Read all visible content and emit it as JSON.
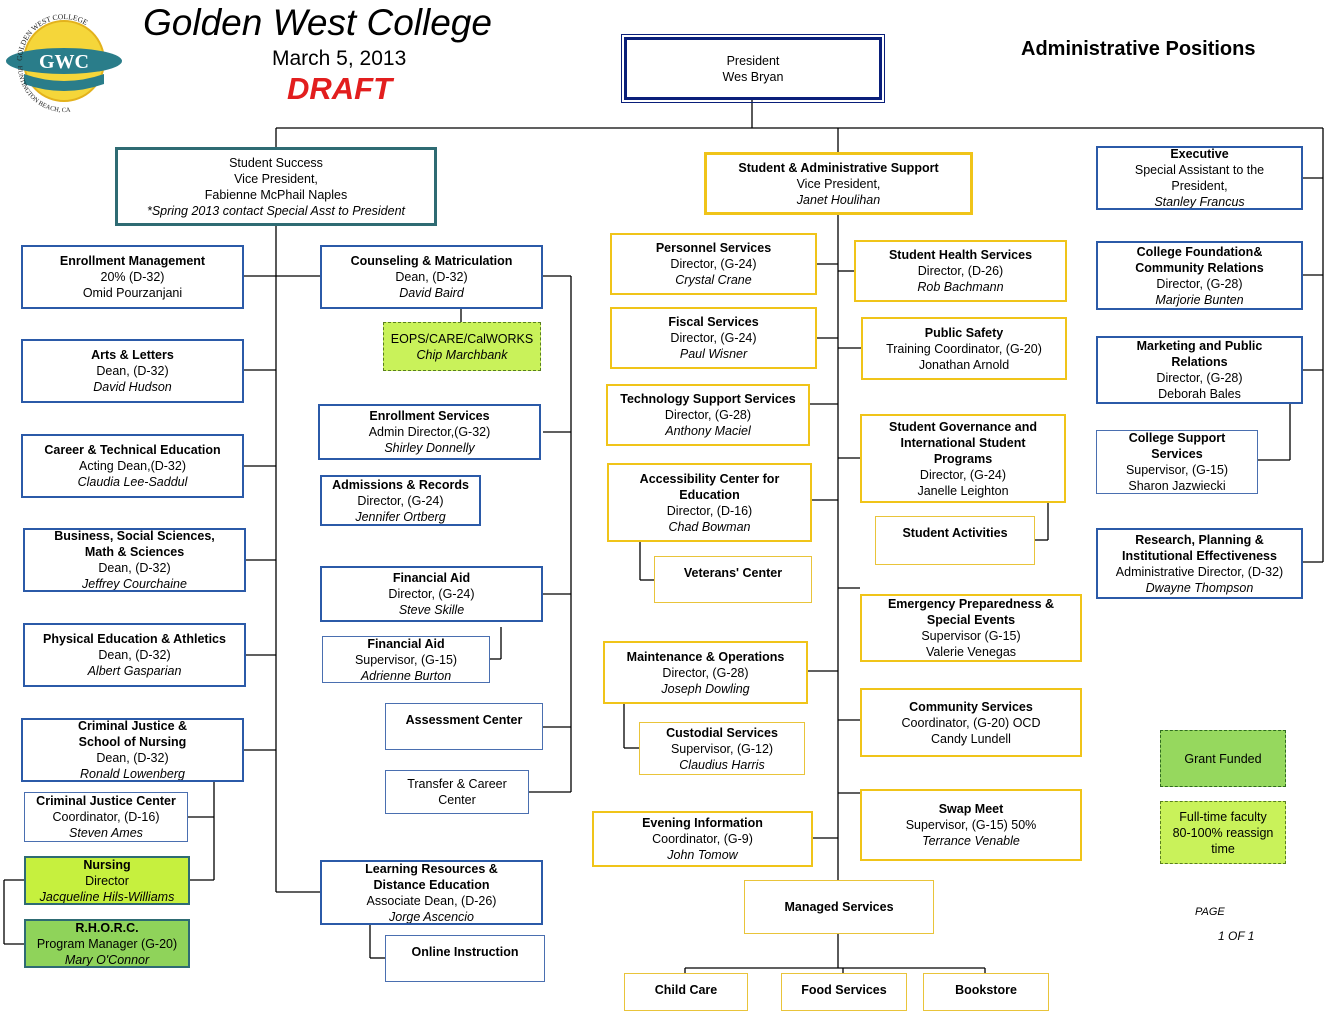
{
  "header": {
    "title": "Golden West College",
    "date": "March 5, 2013",
    "status": "DRAFT",
    "section": "Administrative Positions"
  },
  "logo": {
    "monogram": "GWC",
    "ring_text_top": "GOLDEN WEST COLLEGE",
    "ring_text_bottom": "HUNTINGTON BEACH, CA"
  },
  "footer": {
    "page_label": "PAGE",
    "page_value": "1 OF 1"
  },
  "colors": {
    "gold": "#f0c419",
    "navy": "#0a1f7a",
    "teal": "#2e6b73",
    "blue": "#2b5aa8",
    "grant_green": "#8fd35a",
    "faculty_lime": "#c6f03e",
    "draft_red": "#e21e1e"
  },
  "boxes": {
    "president": [
      "President",
      "Wes Bryan"
    ],
    "student_success": [
      "Student Success",
      "Vice President,",
      "Fabienne McPhail Naples",
      "*Spring 2013 contact Special Asst to President"
    ],
    "sas": [
      "Student & Administrative Support",
      "Vice President,",
      "Janet Houlihan"
    ],
    "executive": [
      "Executive",
      "Special Assistant to the",
      "President,",
      "Stanley Francus"
    ],
    "enrollment_mgmt": [
      "Enrollment Management",
      "20% (D-32)",
      "Omid Pourzanjani"
    ],
    "arts_letters": [
      "Arts & Letters",
      "Dean, (D-32)",
      "David Hudson"
    ],
    "cte": [
      "Career & Technical Education",
      "Acting Dean,(D-32)",
      "Claudia Lee-Saddul"
    ],
    "business": [
      "Business, Social Sciences,",
      "Math & Sciences",
      "Dean, (D-32)",
      "Jeffrey Courchaine"
    ],
    "pe": [
      "Physical Education & Athletics",
      "Dean, (D-32)",
      "Albert Gasparian"
    ],
    "cj_nursing": [
      "Criminal Justice &",
      "School of Nursing",
      "Dean, (D-32)",
      "Ronald Lowenberg"
    ],
    "cj_center": [
      "Criminal Justice Center",
      "Coordinator, (D-16)",
      "Steven Ames"
    ],
    "nursing": [
      "Nursing",
      "Director",
      "Jacqueline Hils-Williams"
    ],
    "rhorc": [
      "R.H.O.R.C.",
      "Program Manager (G-20)",
      "Mary O'Connor"
    ],
    "counseling": [
      "Counseling & Matriculation",
      "Dean, (D-32)",
      "David Baird"
    ],
    "eops": [
      "EOPS/CARE/CalWORKS",
      "Chip Marchbank"
    ],
    "enrollment_services": [
      "Enrollment Services",
      "Admin Director,(G-32)",
      "Shirley Donnelly"
    ],
    "admissions": [
      "Admissions & Records",
      "Director, (G-24)",
      "Jennifer Ortberg"
    ],
    "financial_aid": [
      "Financial Aid",
      "Director, (G-24)",
      "Steve Skille"
    ],
    "financial_aid_sup": [
      "Financial Aid",
      "Supervisor, (G-15)",
      "Adrienne Burton"
    ],
    "assessment": [
      "Assessment Center"
    ],
    "transfer": [
      "Transfer & Career",
      "Center"
    ],
    "learning": [
      "Learning Resources &",
      "Distance Education",
      "Associate Dean, (D-26)",
      "Jorge Ascencio"
    ],
    "online": [
      "Online Instruction"
    ],
    "personnel": [
      "Personnel Services",
      "Director, (G-24)",
      "Crystal Crane"
    ],
    "fiscal": [
      "Fiscal Services",
      "Director, (G-24)",
      "Paul Wisner"
    ],
    "tech": [
      "Technology Support Services",
      "Director, (G-28)",
      "Anthony Maciel"
    ],
    "accessibility": [
      "Accessibility Center for",
      "Education",
      "Director, (D-16)",
      "Chad Bowman"
    ],
    "veterans": [
      "Veterans' Center"
    ],
    "maintenance": [
      "Maintenance & Operations",
      "Director, (G-28)",
      "Joseph Dowling"
    ],
    "custodial": [
      "Custodial Services",
      "Supervisor, (G-12)",
      "Claudius Harris"
    ],
    "evening": [
      "Evening Information",
      "Coordinator, (G-9)",
      "John Tomow"
    ],
    "managed": [
      "Managed Services"
    ],
    "child_care": [
      "Child Care"
    ],
    "food": [
      "Food Services"
    ],
    "bookstore": [
      "Bookstore"
    ],
    "health": [
      "Student Health Services",
      "Director, (D-26)",
      "Rob Bachmann"
    ],
    "safety": [
      "Public Safety",
      "Training Coordinator, (G-20)",
      "Jonathan Arnold"
    ],
    "governance": [
      "Student Governance and",
      "International Student",
      "Programs",
      "Director, (G-24)",
      "Janelle Leighton"
    ],
    "activities": [
      "Student Activities"
    ],
    "emergency": [
      "Emergency Preparedness &",
      "Special Events",
      "Supervisor (G-15)",
      "Valerie Venegas"
    ],
    "community": [
      "Community Services",
      "Coordinator, (G-20) OCD",
      "Candy Lundell"
    ],
    "swap": [
      "Swap Meet",
      "Supervisor, (G-15) 50%",
      "Terrance Venable"
    ],
    "foundation": [
      "College Foundation&",
      "Community Relations",
      "Director, (G-28)",
      "Marjorie Bunten"
    ],
    "marketing": [
      "Marketing and Public",
      "Relations",
      "Director, (G-28)",
      "Deborah Bales"
    ],
    "csp": [
      "College Support",
      "Services",
      "Supervisor, (G-15)",
      "Sharon Jazwiecki"
    ],
    "research": [
      "Research, Planning &",
      "Institutional Effectiveness",
      "Administrative Director, (D-32)",
      "Dwayne Thompson"
    ],
    "legend_grant": [
      "Grant Funded"
    ],
    "legend_faculty": [
      "Full-time faculty",
      "80-100% reassign",
      "time"
    ]
  }
}
